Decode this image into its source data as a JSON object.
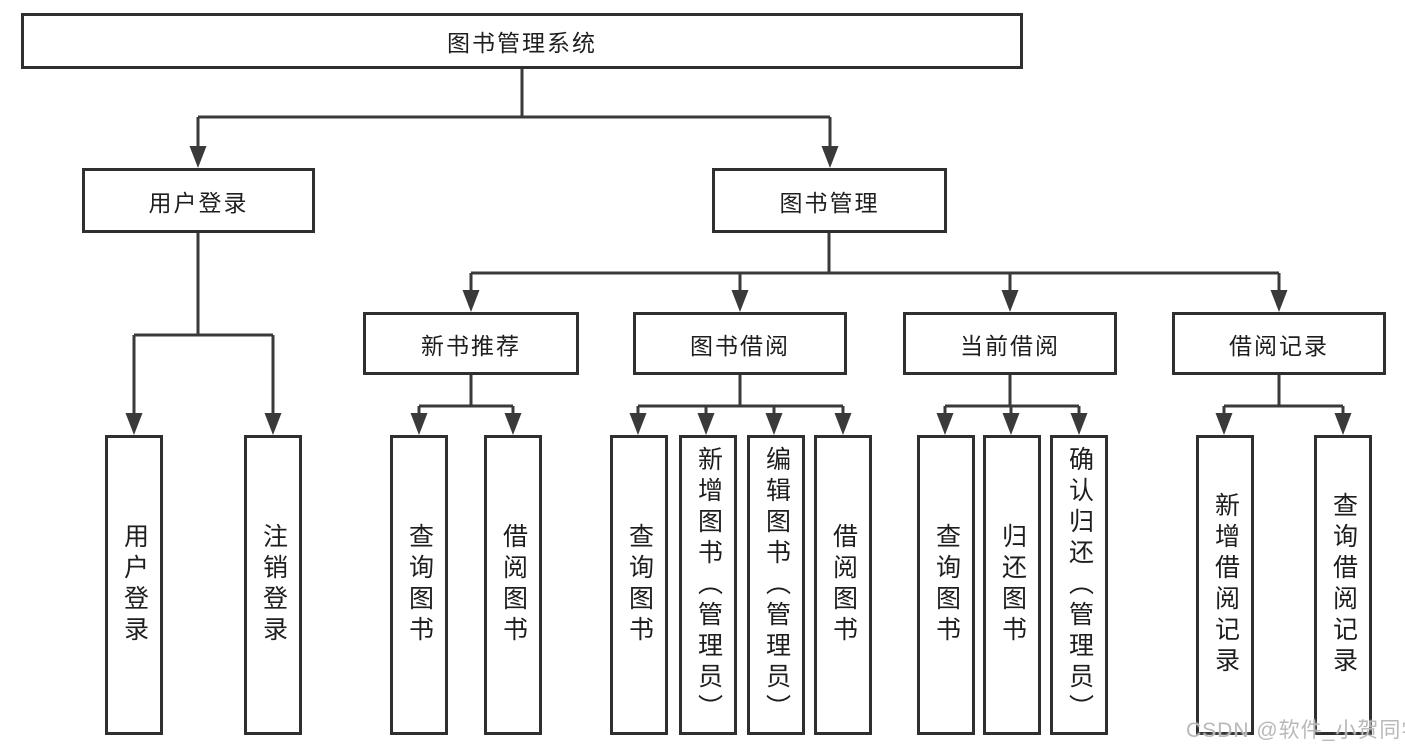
{
  "watermark": "CSDN @软件_小贺同学",
  "colors": {
    "line": "#3a3a3a",
    "box_border": "#2f2f2f",
    "text": "#1e1e1e",
    "watermark": "#b9b9b9",
    "background": "#ffffff"
  },
  "tree": {
    "root": "图书管理系统",
    "branches": [
      {
        "label": "用户登录",
        "children": [
          {
            "label": "用户登录"
          },
          {
            "label": "注销登录"
          }
        ]
      },
      {
        "label": "图书管理",
        "children": [
          {
            "label": "新书推荐",
            "children": [
              {
                "label": "查询图书"
              },
              {
                "label": "借阅图书"
              }
            ]
          },
          {
            "label": "图书借阅",
            "children": [
              {
                "label": "查询图书"
              },
              {
                "label": "新增图书（管理员）"
              },
              {
                "label": "编辑图书（管理员）"
              },
              {
                "label": "借阅图书"
              }
            ]
          },
          {
            "label": "当前借阅",
            "children": [
              {
                "label": "查询图书"
              },
              {
                "label": "归还图书"
              },
              {
                "label": "确认归还（管理员）"
              }
            ]
          },
          {
            "label": "借阅记录",
            "children": [
              {
                "label": "新增借阅记录"
              },
              {
                "label": "查询借阅记录"
              }
            ]
          }
        ]
      }
    ]
  }
}
